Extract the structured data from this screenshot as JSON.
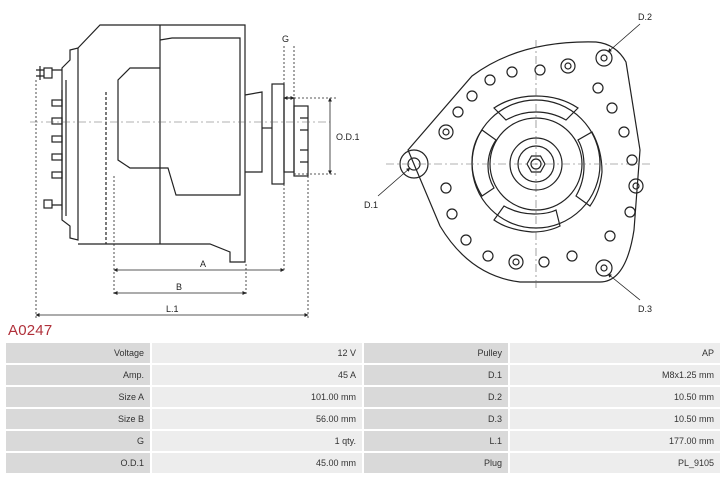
{
  "product_code": "A0247",
  "dimension_labels": {
    "g": "G",
    "od1": "O.D.1",
    "a": "A",
    "b": "B",
    "l1": "L.1",
    "d1": "D.1",
    "d2": "D.2",
    "d3": "D.3"
  },
  "spec_rows": [
    {
      "label_left": "Voltage",
      "value_left": "12 V",
      "label_right": "Pulley",
      "value_right": "AP"
    },
    {
      "label_left": "Amp.",
      "value_left": "45 A",
      "label_right": "D.1",
      "value_right": "M8x1.25 mm"
    },
    {
      "label_left": "Size A",
      "value_left": "101.00 mm",
      "label_right": "D.2",
      "value_right": "10.50 mm"
    },
    {
      "label_left": "Size B",
      "value_left": "56.00 mm",
      "label_right": "D.3",
      "value_right": "10.50 mm"
    },
    {
      "label_left": "G",
      "value_left": "1 qty.",
      "label_right": "L.1",
      "value_right": "177.00 mm"
    },
    {
      "label_left": "O.D.1",
      "value_left": "45.00 mm",
      "label_right": "Plug",
      "value_right": "PL_9105"
    }
  ]
}
